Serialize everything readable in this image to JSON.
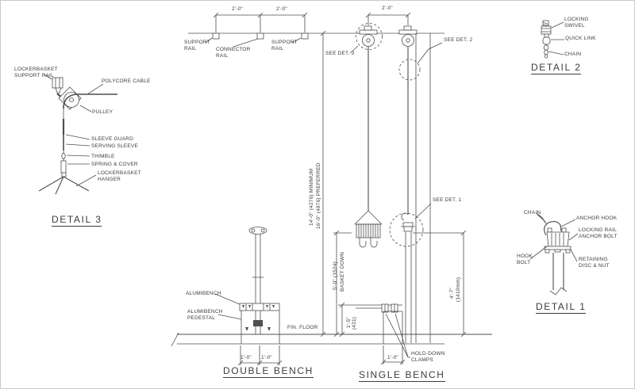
{
  "colors": {
    "line": "#4f4f4f",
    "text": "#3c3c3c",
    "background": "#ffffff"
  },
  "titles": {
    "detail1": "DETAIL 1",
    "detail2": "DETAIL 2",
    "detail3": "DETAIL 3",
    "double_bench": "DOUBLE BENCH",
    "single_bench": "SINGLE BENCH"
  },
  "dimensions": {
    "rail_spacing_left": "2'-0\"",
    "rail_spacing_mid": "2'-0\"",
    "pulley_spacing": "2'-0\"",
    "ceiling_min": "14'-0\" (4276) MINIMUM",
    "ceiling_pref": "16'-0\" (4876) PREFERRED",
    "basket_down": "5'-0\" (1524)",
    "basket_down_note": "BASKET DOWN",
    "bench_height": "1'-5\"",
    "bench_height_mm": "(431)",
    "rail_anchor_height": "4'-7\"",
    "rail_anchor_height_mm": "(1410mm)",
    "double_bench_left": "1'-0\"",
    "double_bench_right": "1'-0\"",
    "single_bench_width": "1'-0\""
  },
  "callouts": {
    "see_det_1": "SEE DET. 1",
    "see_det_2": "SEE DET. 2",
    "see_det_3": "SEE DET. 3"
  },
  "labels": {
    "support_rail_left": "SUPPORT\nRAIL",
    "connector_rail": "CONNECTOR\nRAIL",
    "support_rail_right": "SUPPORT\nRAIL",
    "fin_floor": "FIN. FLOOR",
    "alumibench": "ALUMIBENCH",
    "alumibench_pedestal": "ALUMIBENCH\nPEDESTAL",
    "hold_down_clamps": "HOLD-DOWN\nCLAMPS"
  },
  "detail3": {
    "lockerbasket_support_rail": "LOCKERBASKET\nSUPPORT RAIL",
    "polycore_cable": "POLYCORE CABLE",
    "pulley": "PULLEY",
    "sleeve_guard": "SLEEVE GUARD",
    "serving_sleeve": "SERVING SLEEVE",
    "thimble": "THIMBLE",
    "spring_cover": "SPRING & COVER",
    "lockerbasket_hanger": "LOCKERBASKET\nHANGER"
  },
  "detail2": {
    "locking_swivel": "LOCKING\nSWIVEL",
    "quick_link": "QUICK LINK",
    "chain": "CHAIN"
  },
  "detail1": {
    "chain": "CHAIN",
    "anchor_hook": "ANCHOR HOOK",
    "locking_rail_anchor_bolt": "LOCKING RAIL\nANCHOR BOLT",
    "hook_bolt": "HOOK\nBOLT",
    "retaining_disc_nut": "RETAINING\nDISC & NUT"
  }
}
